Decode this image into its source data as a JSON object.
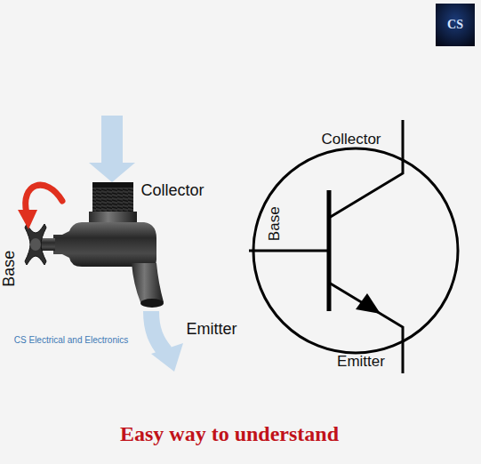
{
  "diagram": {
    "caption": "Easy way to understand",
    "labels": [
      "Collector",
      "Base",
      "Emitter",
      "CS Electrical and Electronics",
      "Collector",
      "Base",
      "Emitter",
      "CS"
    ]
  }
}
